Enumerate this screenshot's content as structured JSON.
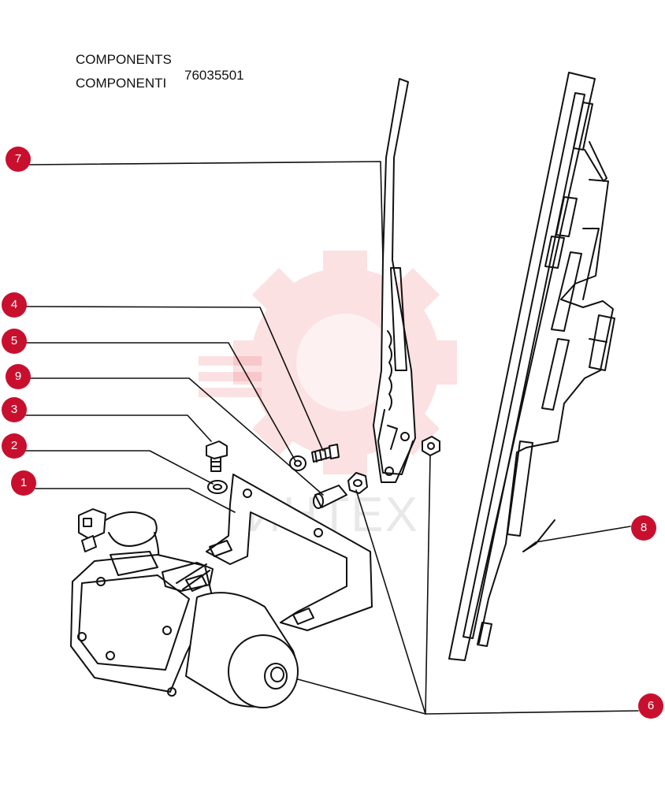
{
  "header": {
    "line1": "COMPONENTS",
    "line2": "COMPONENTI",
    "part_number": "76035501"
  },
  "watermark": {
    "text": "ИНТЕХ",
    "color": "#e8323c"
  },
  "callouts": {
    "c1": "1",
    "c2": "2",
    "c3": "3",
    "c4": "4",
    "c5": "5",
    "c6": "6",
    "c7": "7",
    "c8": "8",
    "c9": "9"
  },
  "colors": {
    "badge": "#c8102e",
    "line": "#111111"
  }
}
